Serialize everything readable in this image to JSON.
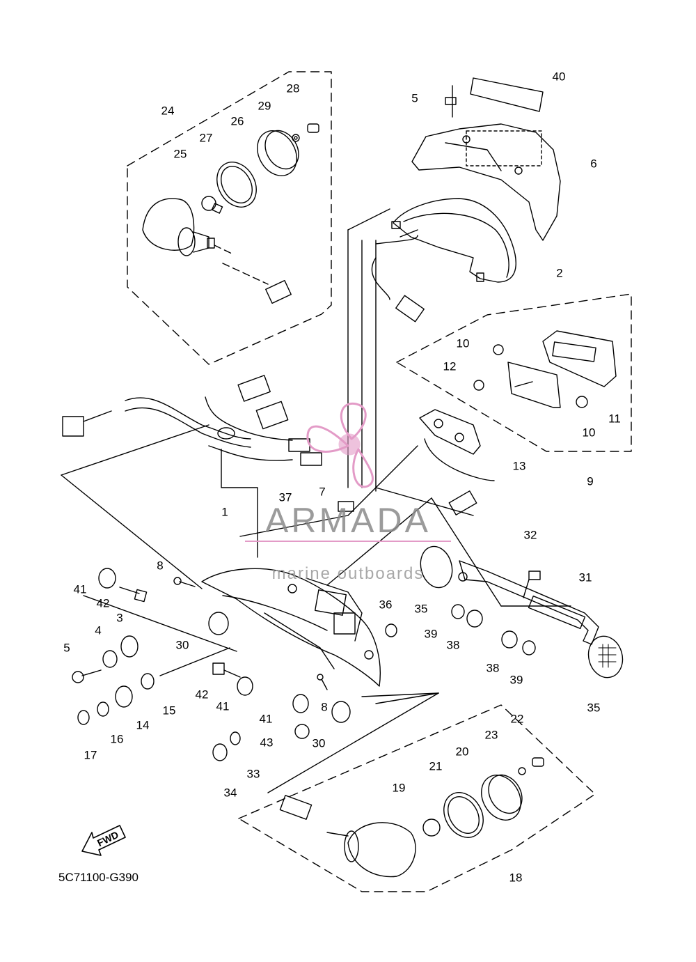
{
  "watermark": {
    "brand": "ARMADA",
    "tagline": "marine outboards",
    "accent_color": "#e39bc7",
    "text_color": "#8a8a8a"
  },
  "figure_code": "5C71100-G390",
  "fwd_arrow_label": "FWD",
  "line_color": "#000000",
  "callouts": [
    "1",
    "2",
    "3",
    "4",
    "5",
    "5",
    "6",
    "7",
    "8",
    "8",
    "9",
    "10",
    "10",
    "11",
    "12",
    "13",
    "14",
    "15",
    "16",
    "17",
    "18",
    "19",
    "20",
    "21",
    "22",
    "23",
    "24",
    "25",
    "26",
    "27",
    "28",
    "29",
    "30",
    "30",
    "31",
    "32",
    "33",
    "34",
    "35",
    "35",
    "36",
    "37",
    "38",
    "38",
    "39",
    "39",
    "40",
    "41",
    "41",
    "41",
    "42",
    "42",
    "43"
  ]
}
